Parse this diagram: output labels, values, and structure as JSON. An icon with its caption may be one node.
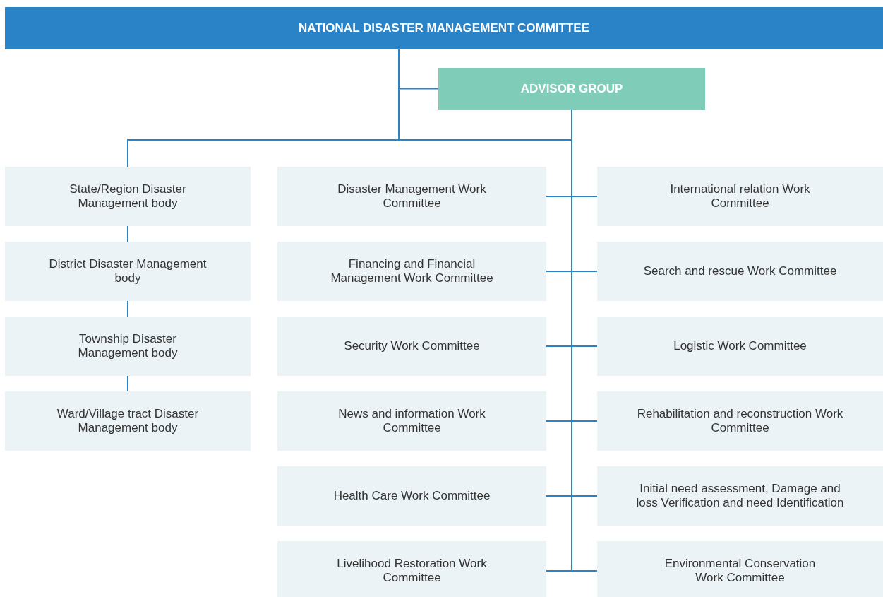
{
  "diagram": {
    "nodes": [
      {
        "text": [
          "NATIONAL DISASTER MANAGEMENT COMMITTEE"
        ]
      },
      {
        "text": [
          "ADVISOR GROUP"
        ]
      },
      {
        "text": [
          "State/Region Disaster Management body"
        ]
      },
      {
        "text": [
          "District Disaster Management body"
        ]
      },
      {
        "text": [
          "Township Disaster Management body"
        ]
      },
      {
        "text": [
          "Ward/Village tract Disaster Management body"
        ]
      },
      {
        "text": [
          "Disaster Management Work Committee"
        ]
      },
      {
        "text": [
          "Financing and Financial Management Work Committee"
        ]
      },
      {
        "text": [
          "Security Work Committee"
        ]
      },
      {
        "text": [
          "News and information Work Committee"
        ]
      },
      {
        "text": [
          "Health Care Work Committee"
        ]
      },
      {
        "text": [
          "Livelihood Restoration Work Committee"
        ]
      },
      {
        "text": [
          "International relation Work Committee"
        ]
      },
      {
        "text": [
          "Search and rescue Work Committee"
        ]
      },
      {
        "text": [
          "Logistic Work Committee"
        ]
      },
      {
        "text": [
          "Rehabilitation and reconstruction Work Committee"
        ]
      },
      {
        "text": [
          "Initial need assessment, Damage and loss Verification and need Identification"
        ]
      },
      {
        "text": [
          "Environmental Conservation Work Committee"
        ]
      }
    ],
    "edges": [
      {
        "from": 0,
        "to": 1,
        "arrow": "none"
      },
      {
        "from": 0,
        "to": 2,
        "arrow": "none"
      },
      {
        "from": 2,
        "to": 3,
        "arrow": "none"
      },
      {
        "from": 3,
        "to": 4,
        "arrow": "none"
      },
      {
        "from": 4,
        "to": 5,
        "arrow": "none"
      },
      {
        "from": 1,
        "to": 6,
        "arrow": "none"
      },
      {
        "from": 1,
        "to": 7,
        "arrow": "none"
      },
      {
        "from": 1,
        "to": 8,
        "arrow": "none"
      },
      {
        "from": 1,
        "to": 9,
        "arrow": "none"
      },
      {
        "from": 1,
        "to": 10,
        "arrow": "none"
      },
      {
        "from": 1,
        "to": 11,
        "arrow": "none"
      },
      {
        "from": 1,
        "to": 12,
        "arrow": "none"
      },
      {
        "from": 1,
        "to": 13,
        "arrow": "none"
      },
      {
        "from": 1,
        "to": 14,
        "arrow": "none"
      },
      {
        "from": 1,
        "to": 15,
        "arrow": "none"
      },
      {
        "from": 1,
        "to": 16,
        "arrow": "none"
      },
      {
        "from": 1,
        "to": 17,
        "arrow": "none"
      }
    ]
  }
}
